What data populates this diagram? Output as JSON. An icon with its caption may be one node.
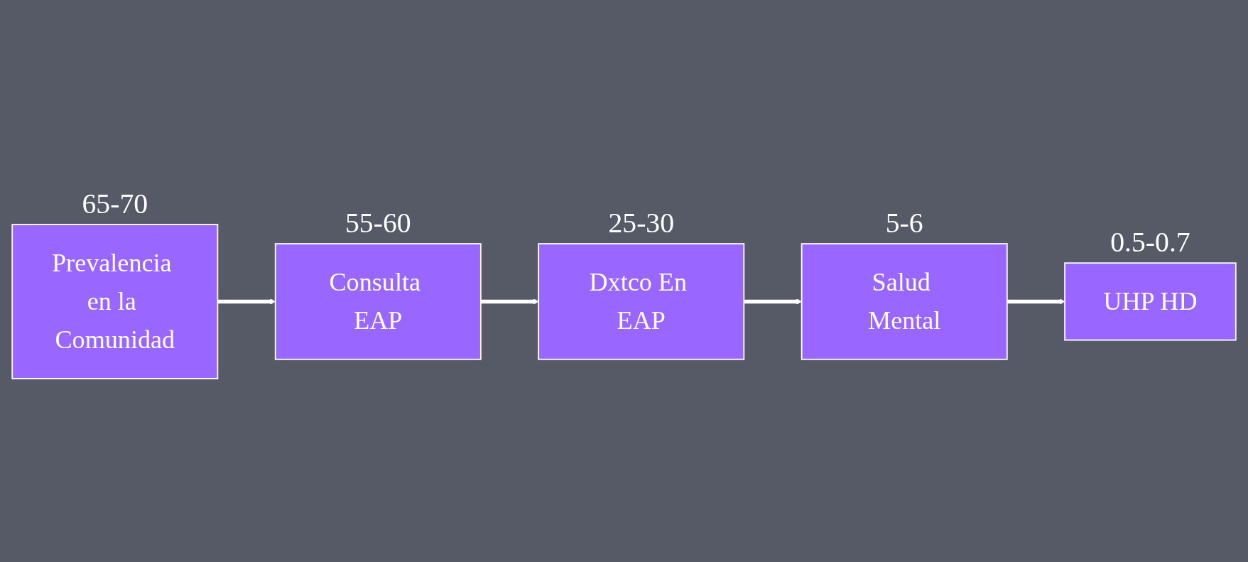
{
  "diagram": {
    "nodes": [
      {
        "text": [
          "Prevalencia en la Comunidad"
        ],
        "beside": [
          "65-70"
        ]
      },
      {
        "text": [
          "Consulta EAP"
        ],
        "beside": [
          "55-60"
        ]
      },
      {
        "text": [
          "Dxtco En EAP"
        ],
        "beside": [
          "25-30"
        ]
      },
      {
        "text": [
          "Salud Mental"
        ],
        "beside": [
          "5-6"
        ]
      },
      {
        "text": [
          "UHP HD"
        ],
        "beside": [
          "0.5-0.7"
        ]
      }
    ],
    "edges": [
      {
        "from": 0,
        "to": 1,
        "arrow": "to"
      },
      {
        "from": 1,
        "to": 2,
        "arrow": "to"
      },
      {
        "from": 2,
        "to": 3,
        "arrow": "to"
      },
      {
        "from": 3,
        "to": 4,
        "arrow": "to"
      }
    ]
  }
}
